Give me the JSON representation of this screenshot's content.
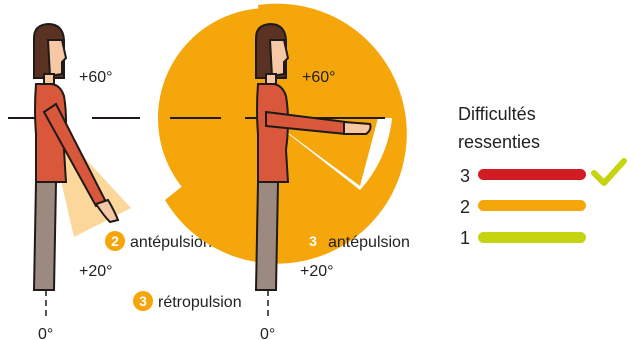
{
  "figures": [
    {
      "angles": {
        "upper": "+60°",
        "lower": "+20°",
        "zero": "0°"
      },
      "badges": [
        {
          "number": "2",
          "label": "antépulsion",
          "color": "#f5a60a"
        }
      ]
    },
    {
      "angles": {
        "upper": "+60°",
        "lower": "+20°",
        "zero": "0°"
      },
      "badges": [
        {
          "number": "3",
          "label": "antépulsion",
          "color": "#f5a60a"
        },
        {
          "number": "3",
          "label": "rétropulsion",
          "color": "#f5a60a"
        }
      ]
    }
  ],
  "legend": {
    "title_line1": "Difficultés",
    "title_line2": "ressenties",
    "items": [
      {
        "level": "3",
        "color": "#d21c24"
      },
      {
        "level": "2",
        "color": "#f5a60a"
      },
      {
        "level": "1",
        "color": "#c5d40f"
      }
    ],
    "checkmark_color": "#c5d40f",
    "checkmark_icon": "checkmark-icon"
  },
  "colors": {
    "sector_light": "#fcd79c",
    "sector_orange": "#f5a60a",
    "shirt": "#d9573a",
    "shirt_dark": "#b8422a",
    "pants": "#9c8a80",
    "hair": "#5a3224",
    "skin": "#f6c8a6",
    "line": "#1f1a17"
  }
}
